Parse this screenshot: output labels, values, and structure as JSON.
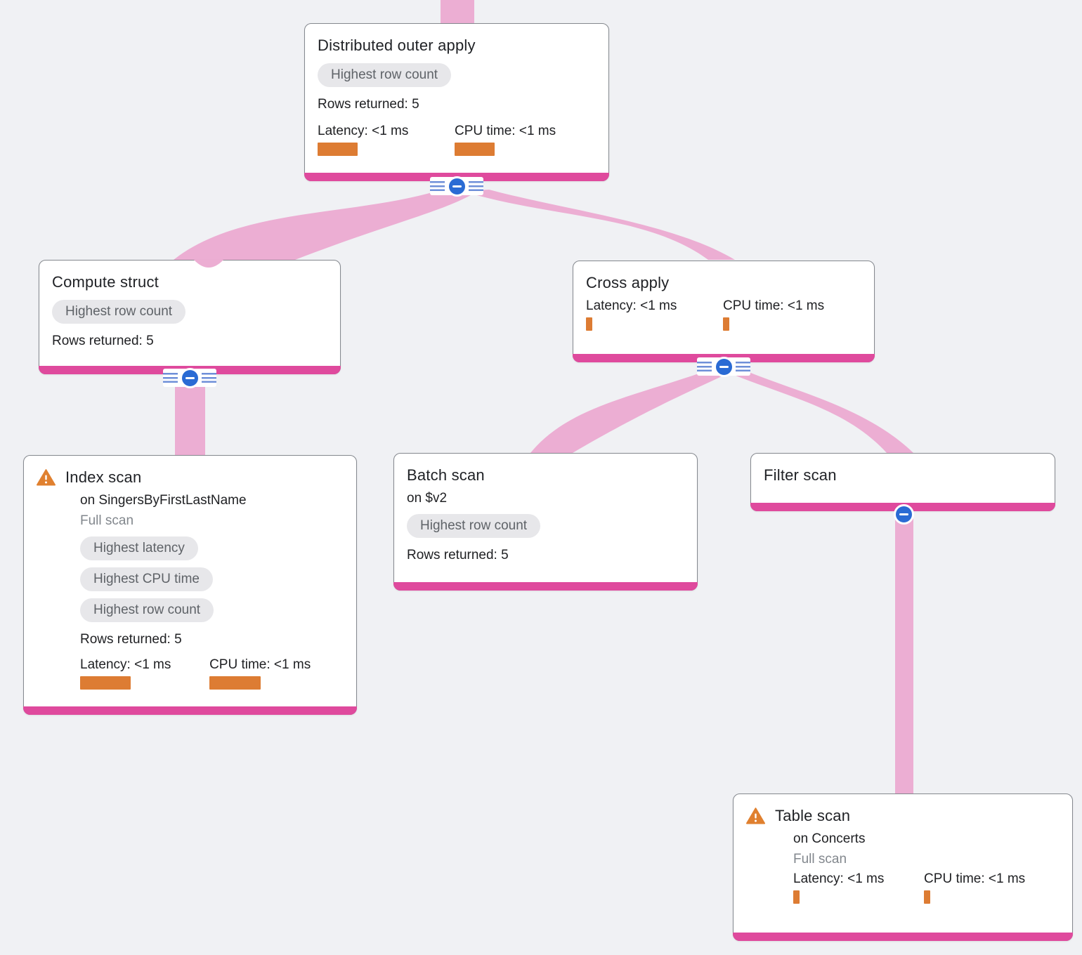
{
  "colors": {
    "background": "#f0f1f4",
    "node_border": "#85898f",
    "accent_bar_pink": "#df4a9d",
    "link_pink": "#ecaed3",
    "metric_bar_orange": "#dd7c33",
    "warning_orange": "#e0802f",
    "badge_bg": "#e7e7ea",
    "badge_text": "#5f6368",
    "collapse_blue": "#2a6bd4"
  },
  "nodes": {
    "distributed_outer_apply": {
      "title": "Distributed outer apply",
      "badges": [
        "Highest row count"
      ],
      "rows_returned": "Rows returned: 5",
      "latency_label": "Latency: <1 ms",
      "cpu_label": "CPU time: <1 ms",
      "latency_bar": "57px",
      "cpu_bar": "57px"
    },
    "compute_struct": {
      "title": "Compute struct",
      "badges": [
        "Highest row count"
      ],
      "rows_returned": "Rows returned: 5"
    },
    "cross_apply": {
      "title": "Cross apply",
      "latency_label": "Latency: <1 ms",
      "cpu_label": "CPU time: <1 ms",
      "latency_bar": "9px",
      "cpu_bar": "9px"
    },
    "index_scan": {
      "title": "Index scan",
      "subtitle": "on SingersByFirstLastName",
      "scan_type": "Full scan",
      "badges": [
        "Highest latency",
        "Highest CPU time",
        "Highest row count"
      ],
      "rows_returned": "Rows returned: 5",
      "latency_label": "Latency: <1 ms",
      "cpu_label": "CPU time: <1 ms",
      "latency_bar": "72px",
      "cpu_bar": "73px"
    },
    "batch_scan": {
      "title": "Batch scan",
      "subtitle": "on $v2",
      "badges": [
        "Highest row count"
      ],
      "rows_returned": "Rows returned: 5"
    },
    "filter_scan": {
      "title": "Filter scan"
    },
    "table_scan": {
      "title": "Table scan",
      "subtitle": "on Concerts",
      "scan_type": "Full scan",
      "latency_label": "Latency: <1 ms",
      "cpu_label": "CPU time: <1 ms",
      "latency_bar": "9px",
      "cpu_bar": "9px"
    }
  }
}
